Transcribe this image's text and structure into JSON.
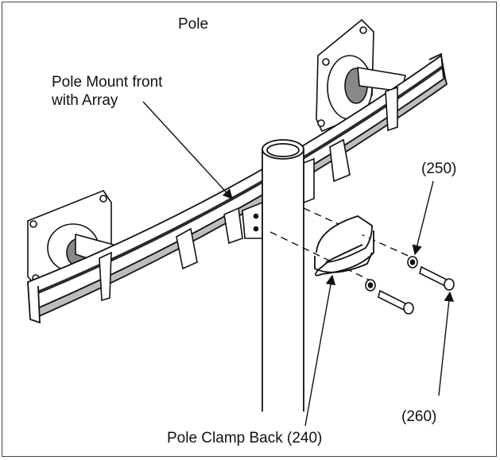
{
  "labels": {
    "pole": "Pole",
    "pole_mount_line1": "Pole Mount front",
    "pole_mount_line2": "with Array",
    "washer": "(250)",
    "screw": "(260)",
    "clamp": "Pole Clamp Back (240)"
  },
  "colors": {
    "line": "#111111",
    "fill": "#ffffff",
    "shade": "#bdbdbd",
    "dark": "#2a2a2a"
  }
}
